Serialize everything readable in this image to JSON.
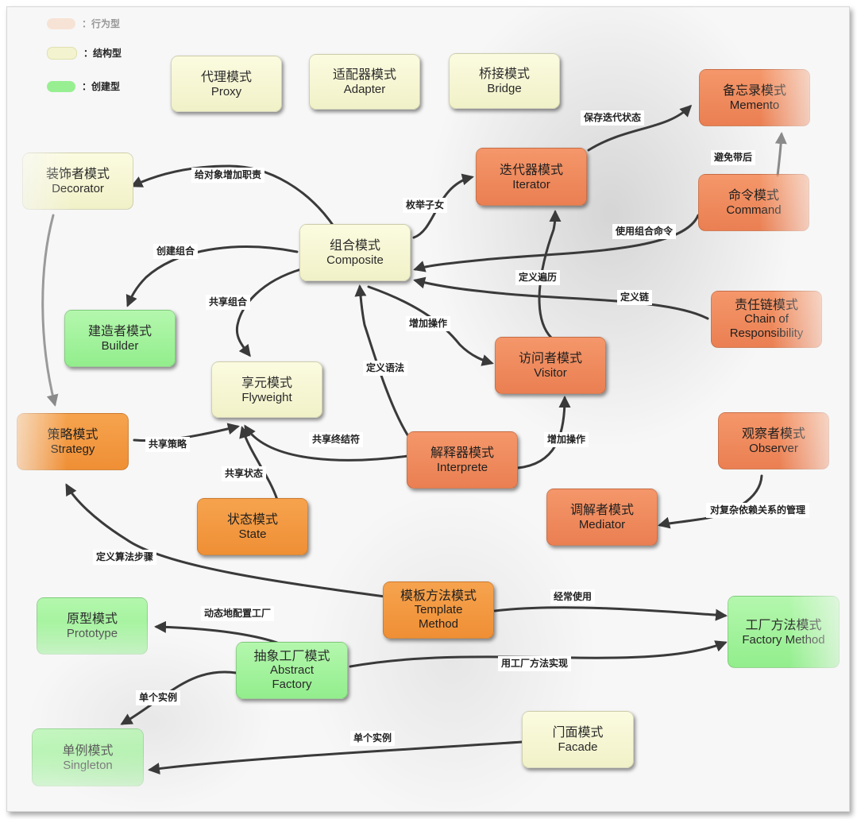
{
  "legend": [
    {
      "label": "：行为型",
      "color": "#f7c9a8",
      "faded": true
    },
    {
      "label": "：结构型",
      "color": "#f3f3cf",
      "faded": false
    },
    {
      "label": "：创建型",
      "color": "#98ef92",
      "faded": false
    }
  ],
  "nodes": {
    "proxy": {
      "zh": "代理模式",
      "en": "Proxy"
    },
    "adapter": {
      "zh": "适配器模式",
      "en": "Adapter"
    },
    "bridge": {
      "zh": "桥接模式",
      "en": "Bridge"
    },
    "memento": {
      "zh": "备忘录模式",
      "en": "Memento"
    },
    "decorator": {
      "zh": "装饰者模式",
      "en": "Decorator"
    },
    "iterator": {
      "zh": "迭代器模式",
      "en": "Iterator"
    },
    "command": {
      "zh": "命令模式",
      "en": "Command"
    },
    "composite": {
      "zh": "组合模式",
      "en": "Composite"
    },
    "builder": {
      "zh": "建造者模式",
      "en": "Builder"
    },
    "chain": {
      "zh": "责任链模式",
      "en": "Chain of Responsibility"
    },
    "visitor": {
      "zh": "访问者模式",
      "en": "Visitor"
    },
    "flyweight": {
      "zh": "享元模式",
      "en": "Flyweight"
    },
    "strategy": {
      "zh": "策略模式",
      "en": "Strategy"
    },
    "interpreter": {
      "zh": "解释器模式",
      "en": "Interprete"
    },
    "observer": {
      "zh": "观察者模式",
      "en": "Observer"
    },
    "state": {
      "zh": "状态模式",
      "en": "State"
    },
    "mediator": {
      "zh": "调解者模式",
      "en": "Mediator"
    },
    "template": {
      "zh": "模板方法模式",
      "en": "Template Method"
    },
    "prototype": {
      "zh": "原型模式",
      "en": "Prototype"
    },
    "factory": {
      "zh": "工厂方法模式",
      "en": "Factory Method"
    },
    "abstract": {
      "zh": "抽象工厂模式",
      "en": "Abstract Factory"
    },
    "singleton": {
      "zh": "单例模式",
      "en": "Singleton"
    },
    "facade": {
      "zh": "门面模式",
      "en": "Facade"
    }
  },
  "edges": {
    "save_iter": "保存迭代状态",
    "avoid_undo": "避免带后",
    "decorate": "给对象增加职责",
    "enum_children": "枚举子女",
    "use_composite_cmd": "使用组合命令",
    "create_composite": "创建组合",
    "define_traverse": "定义遍历",
    "define_chain": "定义链",
    "share_composite": "共享组合",
    "add_op1": "增加操作",
    "define_grammar": "定义语法",
    "share_strategy": "共享策略",
    "share_terminal": "共享终结符",
    "add_op2": "增加操作",
    "share_state": "共享状态",
    "complex_dep": "对复杂依赖关系的管理",
    "define_algo": "定义算法步骤",
    "often_use": "经常使用",
    "dyn_factory": "动态地配置工厂",
    "use_factory": "用工厂方法实现",
    "single1": "单个实例",
    "single2": "单个实例"
  }
}
